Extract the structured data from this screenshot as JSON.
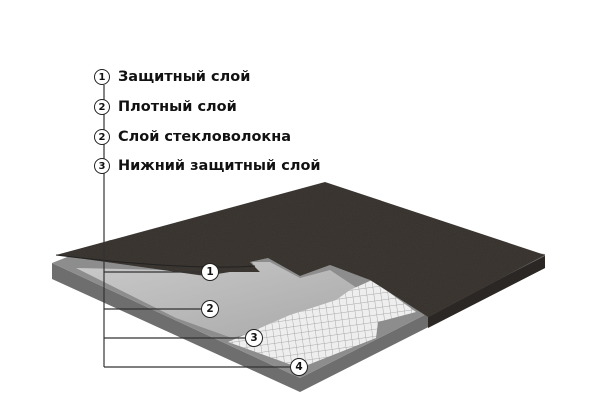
{
  "legend": [
    {
      "num": "1",
      "label": "Защитный слой"
    },
    {
      "num": "2",
      "label": "Плотный слой"
    },
    {
      "num": "2",
      "label": "Слой стекловолокна"
    },
    {
      "num": "3",
      "label": "Нижний защитный слой"
    }
  ],
  "callouts": [
    "1",
    "2",
    "3",
    "4"
  ],
  "colors": {
    "top_layer": "#3e3934",
    "membrane": "#b9b9b9",
    "base": "#8c8c8c",
    "base_side": "#6c6c6c",
    "mesh": "#e6e6e6",
    "leader": "#333333"
  }
}
